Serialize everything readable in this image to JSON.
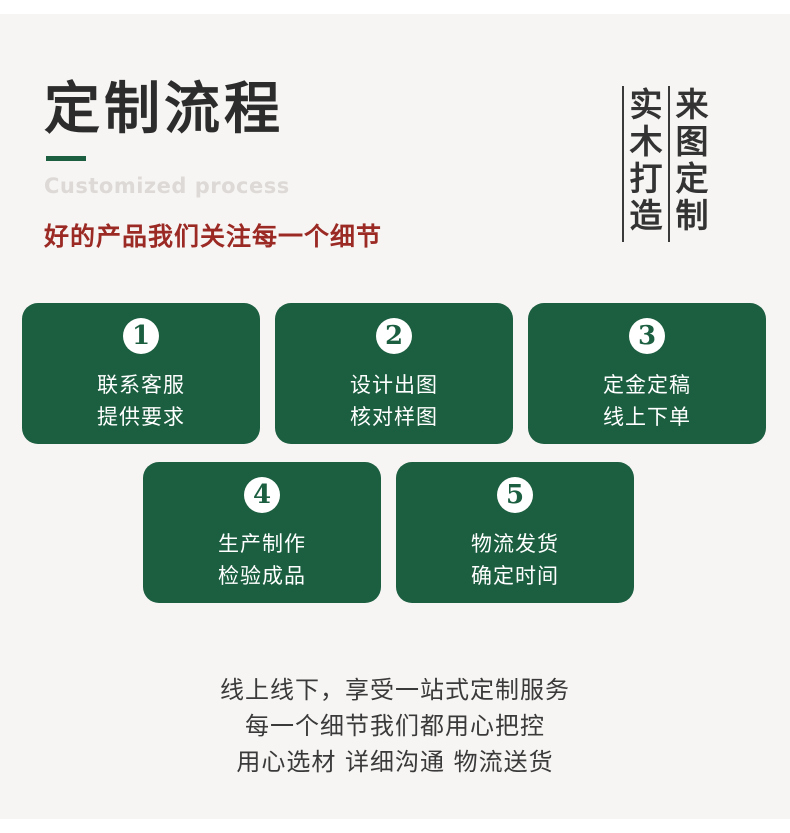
{
  "header": {
    "title": "定制流程",
    "subtitle_en": "Customized process",
    "slogan": "好的产品我们关注每一个细节"
  },
  "vertical_text": {
    "col_left": [
      "实",
      "木",
      "打",
      "造"
    ],
    "col_right": [
      "来",
      "图",
      "定",
      "制"
    ]
  },
  "steps": [
    {
      "number": "1",
      "line1": "联系客服",
      "line2": "提供要求"
    },
    {
      "number": "2",
      "line1": "设计出图",
      "line2": "核对样图"
    },
    {
      "number": "3",
      "line1": "定金定稿",
      "line2": "线上下单"
    },
    {
      "number": "4",
      "line1": "生产制作",
      "line2": "检验成品"
    },
    {
      "number": "5",
      "line1": "物流发货",
      "line2": "确定时间"
    }
  ],
  "footer": {
    "line1": "线上线下，享受一站式定制服务",
    "line2": "每一个细节我们都用心把控",
    "line3": "用心选材 详细沟通 物流送货"
  },
  "colors": {
    "accent_green": "#1b5e40",
    "slogan_red": "#9b2a25",
    "background": "#f7f5f3"
  }
}
